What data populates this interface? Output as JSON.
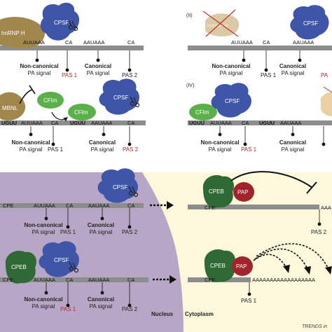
{
  "proteins": {
    "hnrnph": "hnRNP H",
    "hnrnph_crossed": "hnRNP H",
    "cpsf": "CPSF",
    "mbnl": "MBNL",
    "cfim": "CFIm",
    "cpeb": "CPEB",
    "pap": "PAP"
  },
  "panels": {
    "ii": "(II)",
    "iv": "(IV)"
  },
  "seq": {
    "auuaaa": "AUUAAA",
    "aauaaa": "AAUAAA",
    "ca": "CA",
    "uguu": "UGUU",
    "cpe": "CPE",
    "aaa_short": "AAA",
    "polya_long": "AAAAAAAAAAAAAAAAAA"
  },
  "labels": {
    "noncanon_1": "Non-canonical",
    "noncanon_2": "PA signal",
    "canon_1": "Canonical",
    "canon_2": "PA signal",
    "pas1": "PAS 1",
    "pas2": "PAS 2"
  },
  "regions": {
    "nucleus": "Nucleus",
    "cytoplasm": "Cytoplasm"
  },
  "footer": {
    "credit": "TRENDS in"
  },
  "colors": {
    "cpsf": "#3f56a8",
    "hnrnph": "#a2874d",
    "mbnl": "#a2874d",
    "cfim": "#5cb04a",
    "cpeb": "#2f6a34",
    "pap": "#a1232b",
    "rna": "#8d8d8d",
    "nucleus_bg": "#b8a6c6",
    "cyto_bg": "#fbf8dc",
    "red_text": "#b02a2a"
  },
  "icons": [
    "scissors-icon",
    "cross-out-icon",
    "inhibition-icon",
    "dotted-arrow-icon"
  ]
}
